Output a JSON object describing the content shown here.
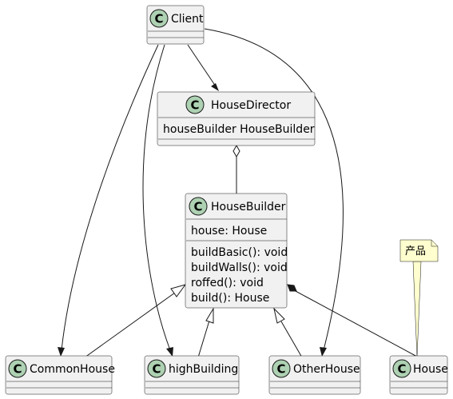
{
  "diagram": {
    "type": "uml-class-diagram",
    "stereotype_letter": "C",
    "classes": {
      "client": {
        "name": "Client",
        "attributes": [],
        "methods": []
      },
      "house_director": {
        "name": "HouseDirector",
        "attributes": [
          "houseBuilder HouseBuilder"
        ],
        "methods": []
      },
      "house_builder": {
        "name": "HouseBuilder",
        "attributes": [
          "house: House"
        ],
        "methods": [
          "buildBasic(): void",
          "buildWalls(): void",
          "roffed(): void",
          "build(): House"
        ]
      },
      "common_house": {
        "name": "CommonHouse",
        "attributes": [],
        "methods": []
      },
      "high_building": {
        "name": "highBuilding",
        "attributes": [],
        "methods": []
      },
      "other_house": {
        "name": "OtherHouse",
        "attributes": [],
        "methods": []
      },
      "house": {
        "name": "House",
        "attributes": [],
        "methods": []
      }
    },
    "note": {
      "text": "产品",
      "attached_to": "House"
    },
    "relations": [
      {
        "from": "Client",
        "to": "HouseDirector",
        "kind": "dependency"
      },
      {
        "from": "Client",
        "to": "CommonHouse",
        "kind": "dependency"
      },
      {
        "from": "Client",
        "to": "highBuilding",
        "kind": "dependency"
      },
      {
        "from": "Client",
        "to": "OtherHouse",
        "kind": "dependency"
      },
      {
        "from": "HouseDirector",
        "to": "HouseBuilder",
        "kind": "aggregation"
      },
      {
        "from": "CommonHouse",
        "to": "HouseBuilder",
        "kind": "generalization"
      },
      {
        "from": "highBuilding",
        "to": "HouseBuilder",
        "kind": "generalization"
      },
      {
        "from": "OtherHouse",
        "to": "HouseBuilder",
        "kind": "generalization"
      },
      {
        "from": "House",
        "to": "HouseBuilder",
        "kind": "composition"
      }
    ],
    "colors": {
      "class_fill": "#f1f1f1",
      "border": "#181818",
      "stereotype_circle": "#add1b2",
      "note_fill": "#fefece"
    }
  }
}
